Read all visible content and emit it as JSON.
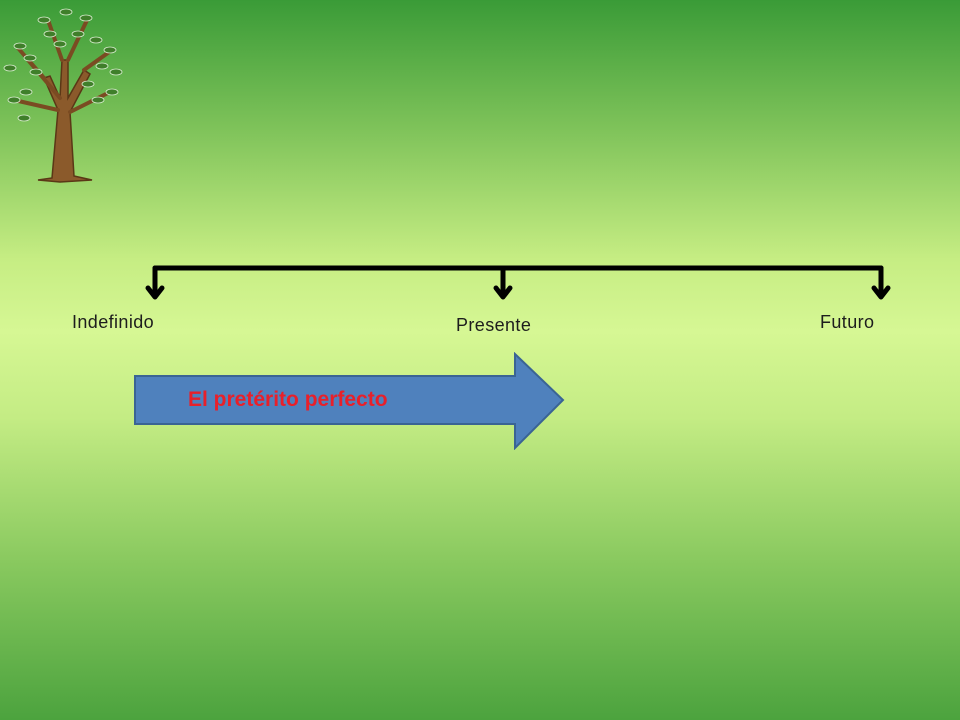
{
  "timeline": {
    "points": [
      {
        "label": "Indefinido"
      },
      {
        "label": "Presente"
      },
      {
        "label": "Futuro"
      }
    ]
  },
  "arrow": {
    "label": "El pretérito perfecto",
    "fill_color": "#4f81bd",
    "text_color": "#e8202a"
  },
  "decoration": {
    "icon": "tree-icon"
  }
}
